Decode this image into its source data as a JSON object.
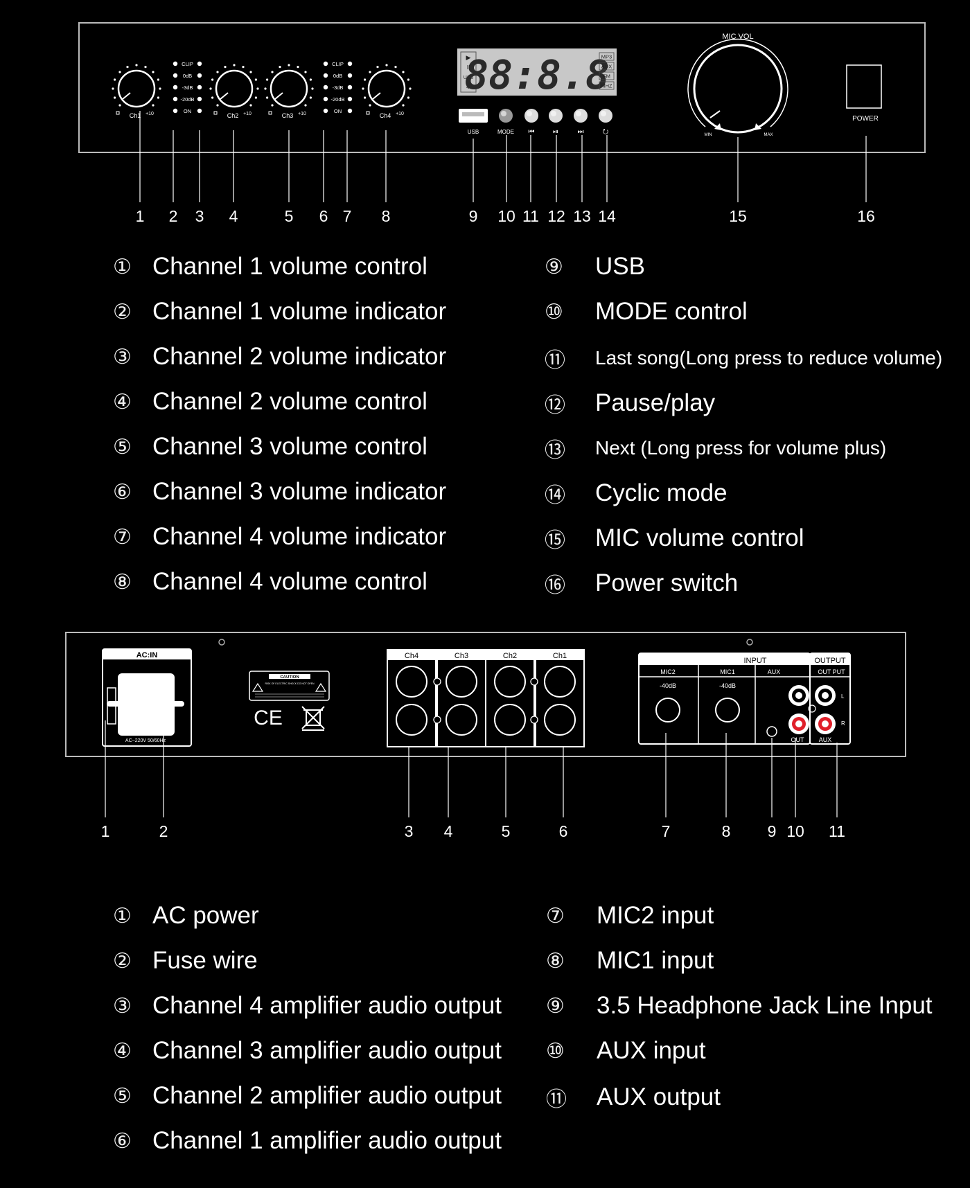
{
  "front_panel": {
    "channel_knobs": [
      {
        "label": "Ch1",
        "range": "+10"
      },
      {
        "label": "Ch2",
        "range": "+10"
      },
      {
        "label": "Ch3",
        "range": "+10"
      },
      {
        "label": "Ch4",
        "range": "+10"
      }
    ],
    "led_labels": [
      "CLIP",
      "0dB",
      "-3dB",
      "-20dB",
      "ON"
    ],
    "display_digits": "88:8.8",
    "display_left_icons": [
      "▶",
      "II",
      "USB",
      "✱"
    ],
    "display_right_tags": [
      "MP3",
      "AUX",
      "FM",
      "MHZ"
    ],
    "button_labels": [
      "USB",
      "MODE",
      "⏮",
      "⏯",
      "⏭",
      "⭮"
    ],
    "mic_vol_label": "MIC VOL",
    "mic_min": "MIN",
    "mic_max": "MAX",
    "power_label": "POWER",
    "callout_numbers": [
      "1",
      "2",
      "3",
      "4",
      "5",
      "6",
      "7",
      "8",
      "9",
      "10",
      "11",
      "12",
      "13",
      "14",
      "15",
      "16"
    ]
  },
  "front_legend": {
    "left": [
      {
        "marker": "①",
        "text": "Channel 1 volume control"
      },
      {
        "marker": "②",
        "text": "Channel 1 volume indicator"
      },
      {
        "marker": "③",
        "text": "Channel 2 volume indicator"
      },
      {
        "marker": "④",
        "text": "Channel 2 volume control"
      },
      {
        "marker": "⑤",
        "text": "Channel 3 volume control"
      },
      {
        "marker": "⑥",
        "text": "Channel 3 volume indicator"
      },
      {
        "marker": "⑦",
        "text": "Channel 4 volume indicator"
      },
      {
        "marker": "⑧",
        "text": "Channel 4 volume control"
      }
    ],
    "right": [
      {
        "marker": "⑨",
        "text": "USB"
      },
      {
        "marker": "⑩",
        "text": "MODE control"
      },
      {
        "marker": "⑪",
        "text": "Last song(Long press to reduce volume)"
      },
      {
        "marker": "⑫",
        "text": "Pause/play"
      },
      {
        "marker": "⑬",
        "text": "Next (Long press for volume plus)"
      },
      {
        "marker": "⑭",
        "text": "Cyclic mode"
      },
      {
        "marker": "⑮",
        "text": "MIC volume control"
      },
      {
        "marker": "⑯",
        "text": "Power switch"
      }
    ]
  },
  "rear_panel": {
    "ac_in_label": "AC:IN",
    "ac_voltage": "AC~220V 50/60Hz",
    "caution_title": "CAUTION",
    "caution_sub": "RISK OF ELECTRIC SHOCK DO NOT OPEN",
    "ce_mark": "CE",
    "speaker_channels": [
      "Ch4",
      "Ch3",
      "Ch2",
      "Ch1"
    ],
    "input_label": "INPUT",
    "output_label": "OUTPUT",
    "input_columns": [
      "MIC2",
      "MIC1",
      "AUX"
    ],
    "output_column": "OUT PUT",
    "mic_gain": "-40dB",
    "rca_left": "L",
    "rca_right": "R",
    "aux_out_tag": "OUT",
    "aux_in_tag": "AUX",
    "callout_numbers": [
      "1",
      "2",
      "3",
      "4",
      "5",
      "6",
      "7",
      "8",
      "9",
      "10",
      "11"
    ]
  },
  "rear_legend": {
    "left": [
      {
        "marker": "①",
        "text": "AC power"
      },
      {
        "marker": "②",
        "text": "Fuse wire"
      },
      {
        "marker": "③",
        "text": "Channel 4 amplifier audio output"
      },
      {
        "marker": "④",
        "text": "Channel 3 amplifier audio output"
      },
      {
        "marker": "⑤",
        "text": "Channel 2 amplifier audio output"
      },
      {
        "marker": "⑥",
        "text": "Channel 1 amplifier audio output"
      }
    ],
    "right": [
      {
        "marker": "⑦",
        "text": "MIC2 input"
      },
      {
        "marker": "⑧",
        "text": "MIC1 input"
      },
      {
        "marker": "⑨",
        "text": "3.5 Headphone Jack Line Input"
      },
      {
        "marker": "⑩",
        "text": "AUX input"
      },
      {
        "marker": "⑪",
        "text": "AUX output"
      }
    ]
  },
  "colors": {
    "background": "#000000",
    "line": "#ffffff",
    "rca_red": "#e0202a"
  }
}
